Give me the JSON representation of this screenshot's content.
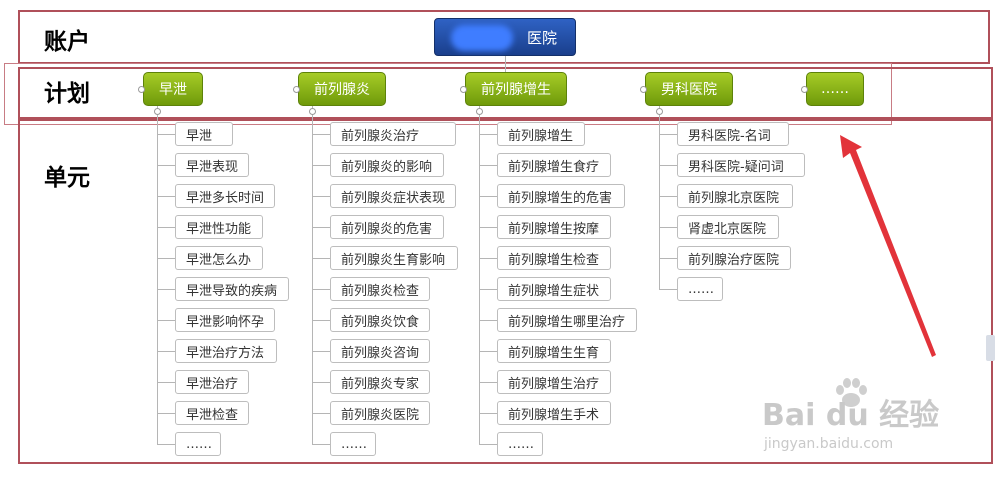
{
  "labels": {
    "account": "账户",
    "plan": "计划",
    "unit": "单元"
  },
  "account": {
    "suffix": "医院"
  },
  "plans": [
    {
      "label": "早泄",
      "units": [
        "早泄",
        "早泄表现",
        "早泄多长时间",
        "早泄性功能",
        "早泄怎么办",
        "早泄导致的疾病",
        "早泄影响怀孕",
        "早泄治疗方法",
        "早泄治疗",
        "早泄检查",
        "……"
      ]
    },
    {
      "label": "前列腺炎",
      "units": [
        "前列腺炎治疗",
        "前列腺炎的影响",
        "前列腺炎症状表现",
        "前列腺炎的危害",
        "前列腺炎生育影响",
        "前列腺炎检查",
        "前列腺炎饮食",
        "前列腺炎咨询",
        "前列腺炎专家",
        "前列腺炎医院",
        "……"
      ]
    },
    {
      "label": "前列腺增生",
      "units": [
        "前列腺增生",
        "前列腺增生食疗",
        "前列腺增生的危害",
        "前列腺增生按摩",
        "前列腺增生检查",
        "前列腺增生症状",
        "前列腺增生哪里治疗",
        "前列腺增生生育",
        "前列腺增生治疗",
        "前列腺增生手术",
        "……"
      ]
    },
    {
      "label": "男科医院",
      "units": [
        "男科医院-名词",
        "男科医院-疑问词",
        "前列腺北京医院",
        "肾虚北京医院",
        "前列腺治疗医院",
        "……"
      ]
    },
    {
      "label": "……",
      "units": []
    }
  ],
  "watermark": {
    "logo": "Bai du 经验",
    "url": "jingyan.baidu.com"
  },
  "colors": {
    "band_border": "#b0505a",
    "plan_node": "#8bb416",
    "root_node": "#1f4aa3",
    "arrow": "#e2333a"
  }
}
